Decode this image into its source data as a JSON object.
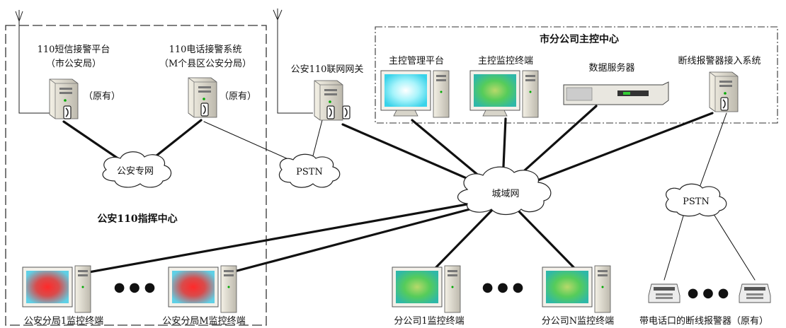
{
  "regions": {
    "police_center": "公安110指挥中心",
    "company_center": "市分公司主控中心"
  },
  "nodes": {
    "sms_platform": {
      "line1": "110短信接警平台",
      "line2": "（市公安局）",
      "note": "（原有）"
    },
    "phone_system": {
      "line1": "110电话接警系统",
      "line2": "（M个县区公安分局）",
      "note": "（原有）"
    },
    "gateway": {
      "label": "公安110联网网关"
    },
    "main_mgmt": {
      "label": "主控管理平台"
    },
    "main_monitor": {
      "label": "主控监控终端"
    },
    "data_server": {
      "label": "数据服务器"
    },
    "disconnect_system": {
      "label": "断线报警器接入系统"
    },
    "police_branch_1": {
      "label": "公安分局1监控终端"
    },
    "police_branch_m": {
      "label": "公安分局M监控终端"
    },
    "company_1": {
      "label": "分公司1监控终端"
    },
    "company_n": {
      "label": "分公司N监控终端"
    },
    "alarm": {
      "label": "带电话口的断线报警器（原有）"
    }
  },
  "clouds": {
    "police_net": "公安专网",
    "pstn_left": "PSTN",
    "metro": "城域网",
    "pstn_right": "PSTN"
  },
  "ellipsis": "● ● ●",
  "colors": {
    "police_screen": "#e03838",
    "company_screen": "#4ecf62",
    "mgmt_screen": "#9ff3fb",
    "line": "#111111",
    "dash": "#333333"
  }
}
